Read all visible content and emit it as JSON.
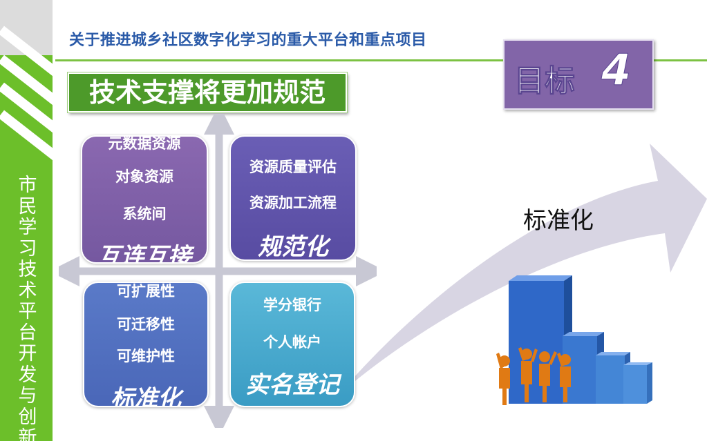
{
  "sidebar": {
    "vertical_text": [
      "市",
      "民",
      "学",
      "习",
      "技",
      "术",
      "平",
      "台",
      "开",
      "发",
      "与",
      "创",
      "新"
    ],
    "green": "#6cbf2a"
  },
  "header": {
    "title": "关于推进城乡社区数字化学习的重大平台和重点项目"
  },
  "goal": {
    "label": "目标",
    "number": "4",
    "color": "#8265a8"
  },
  "main_title": "技术支撑将更加规范",
  "quadrants": [
    {
      "items": [
        "元数据资源",
        "对象资源",
        "系统间"
      ],
      "title": "互连互接",
      "color": "#7c5fa8"
    },
    {
      "items": [
        "资源质量评估",
        "资源加工流程"
      ],
      "title": "规范化",
      "color": "#5f53ab"
    },
    {
      "items": [
        "可扩展性",
        "可迁移性",
        "可维护性"
      ],
      "title": "标准化",
      "color": "#5270c0"
    },
    {
      "items": [
        "学分银行",
        "个人帐户"
      ],
      "title": "实名登记",
      "color": "#48aace"
    }
  ],
  "arrow_label": "标准化",
  "icons": {
    "arrow": "curved-arrow-icon",
    "chart": "growth-chart-people-icon"
  }
}
